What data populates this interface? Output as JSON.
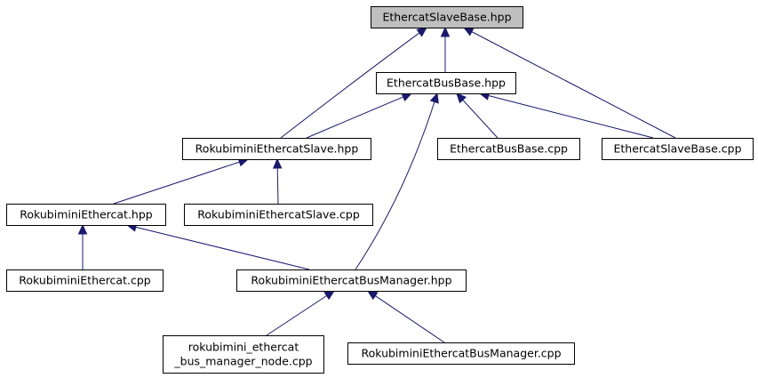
{
  "diagram": {
    "type": "include-dependency-graph",
    "colors": {
      "root_fill": "#bfbfbf",
      "node_fill": "#ffffff",
      "border": "#000000",
      "edge": "#191970",
      "text": "#000000"
    },
    "nodes": [
      {
        "id": "n0",
        "lines": [
          "EthercatSlaveBase.hpp"
        ],
        "root": true
      },
      {
        "id": "n1",
        "lines": [
          "EthercatBusBase.hpp"
        ]
      },
      {
        "id": "n2",
        "lines": [
          "RokubiminiEthercatSlave.hpp"
        ]
      },
      {
        "id": "n3",
        "lines": [
          "EthercatBusBase.cpp"
        ]
      },
      {
        "id": "n4",
        "lines": [
          "EthercatSlaveBase.cpp"
        ]
      },
      {
        "id": "n5",
        "lines": [
          "RokubiminiEthercat.hpp"
        ]
      },
      {
        "id": "n6",
        "lines": [
          "RokubiminiEthercatSlave.cpp"
        ]
      },
      {
        "id": "n7",
        "lines": [
          "RokubiminiEthercat.cpp"
        ]
      },
      {
        "id": "n8",
        "lines": [
          "RokubiminiEthercatBusManager.hpp"
        ]
      },
      {
        "id": "n9",
        "lines": [
          "rokubimini_ethercat",
          "_bus_manager_node.cpp"
        ]
      },
      {
        "id": "n10",
        "lines": [
          "RokubiminiEthercatBusManager.cpp"
        ]
      }
    ],
    "edges": [
      {
        "from": "n1",
        "to": "n0"
      },
      {
        "from": "n2",
        "to": "n0"
      },
      {
        "from": "n4",
        "to": "n0"
      },
      {
        "from": "n2",
        "to": "n1"
      },
      {
        "from": "n3",
        "to": "n1"
      },
      {
        "from": "n4",
        "to": "n1"
      },
      {
        "from": "n8",
        "to": "n1"
      },
      {
        "from": "n5",
        "to": "n2"
      },
      {
        "from": "n6",
        "to": "n2"
      },
      {
        "from": "n7",
        "to": "n5"
      },
      {
        "from": "n8",
        "to": "n5"
      },
      {
        "from": "n9",
        "to": "n8"
      },
      {
        "from": "n10",
        "to": "n8"
      }
    ]
  }
}
